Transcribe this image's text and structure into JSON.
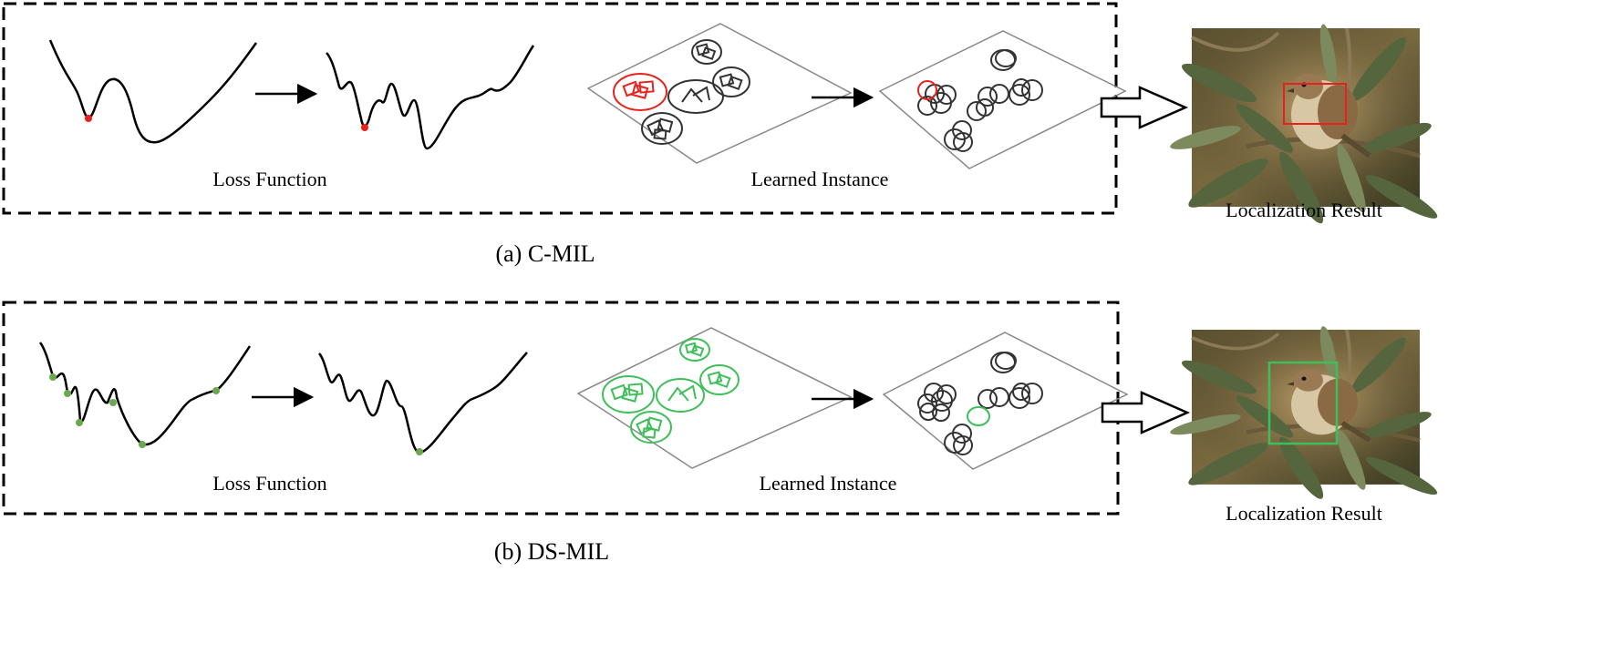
{
  "panels": [
    {
      "caption": "(a) C-MIL",
      "loss_label": "Loss Function",
      "instance_label": "Learned Instance",
      "result_label": "Localization Result",
      "highlight_color": "#e8211d"
    },
    {
      "caption": "(b) DS-MIL",
      "loss_label": "Loss Function",
      "instance_label": "Learned Instance",
      "result_label": "Localization Result",
      "highlight_color": "#3fbf5a"
    }
  ],
  "colors": {
    "curve": "#000000",
    "neutral_ellipse": "#333333",
    "plane_border": "#888888",
    "local_minimum_point_green": "#6aa84f"
  },
  "icons": [
    "right-arrow-icon",
    "hollow-arrow-icon",
    "bird-photo"
  ]
}
